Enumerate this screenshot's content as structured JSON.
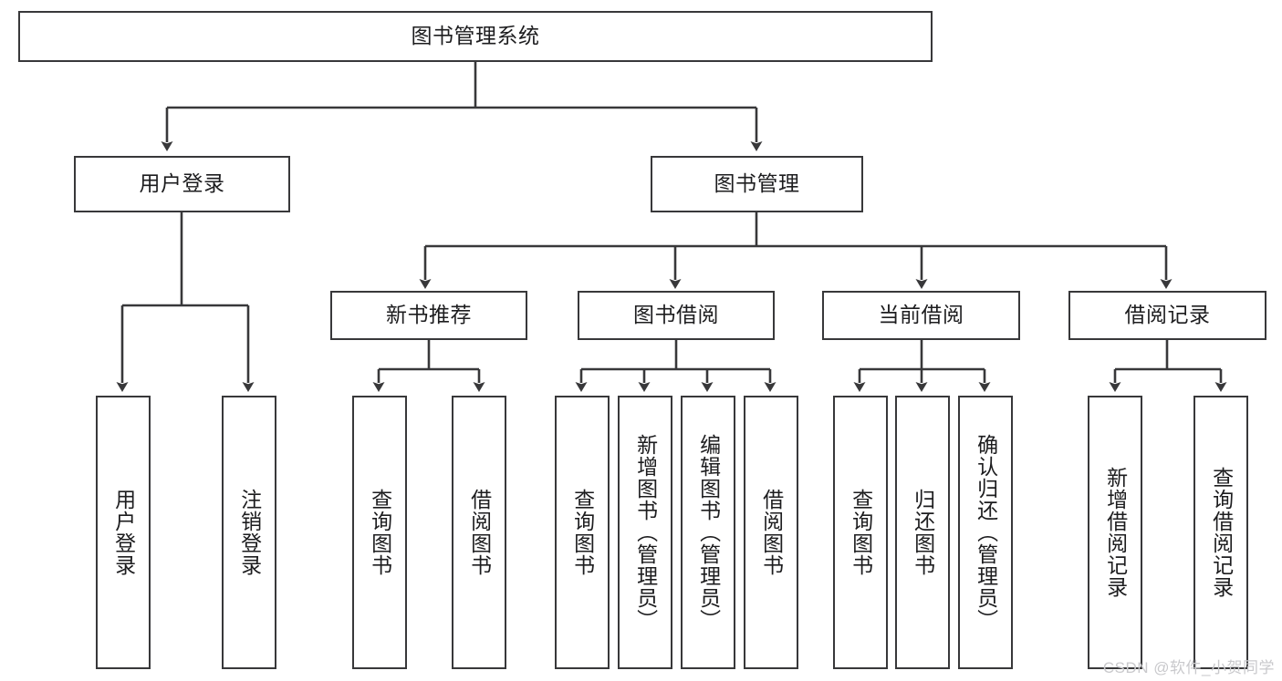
{
  "diagram": {
    "title": "图书管理系统",
    "type": "tree-hierarchy",
    "watermark": "CSDN @软件_小贺同学",
    "stroke_color": "#38383a",
    "fill_color": "#ffffff",
    "text_color": "#1d1d1f",
    "watermark_color": "#c9c9cc"
  },
  "nodes": {
    "root": {
      "label": "图书管理系统"
    },
    "level1": [
      {
        "id": "user-login",
        "label": "用户登录"
      },
      {
        "id": "book-manage",
        "label": "图书管理"
      }
    ],
    "level2": [
      {
        "id": "new-book-recommend",
        "label": "新书推荐"
      },
      {
        "id": "book-borrow",
        "label": "图书借阅"
      },
      {
        "id": "current-borrow",
        "label": "当前借阅"
      },
      {
        "id": "borrow-record",
        "label": "借阅记录"
      }
    ],
    "leaves": {
      "user-login": [
        {
          "id": "leaf-user-login",
          "label": "用户登录"
        },
        {
          "id": "leaf-user-logout",
          "label": "注销登录"
        }
      ],
      "new-book-recommend": [
        {
          "id": "leaf-query-book-1",
          "label": "查询图书"
        },
        {
          "id": "leaf-borrow-book-1",
          "label": "借阅图书"
        }
      ],
      "book-borrow": [
        {
          "id": "leaf-query-book-2",
          "label": "查询图书"
        },
        {
          "id": "leaf-add-book",
          "label": "新增图书（管理员）"
        },
        {
          "id": "leaf-edit-book",
          "label": "编辑图书（管理员）"
        },
        {
          "id": "leaf-borrow-book-2",
          "label": "借阅图书"
        }
      ],
      "current-borrow": [
        {
          "id": "leaf-query-book-3",
          "label": "查询图书"
        },
        {
          "id": "leaf-return-book",
          "label": "归还图书"
        },
        {
          "id": "leaf-confirm-return",
          "label": "确认归还（管理员）"
        }
      ],
      "borrow-record": [
        {
          "id": "leaf-add-record",
          "label": "新增借阅记录"
        },
        {
          "id": "leaf-query-record",
          "label": "查询借阅记录"
        }
      ]
    }
  }
}
